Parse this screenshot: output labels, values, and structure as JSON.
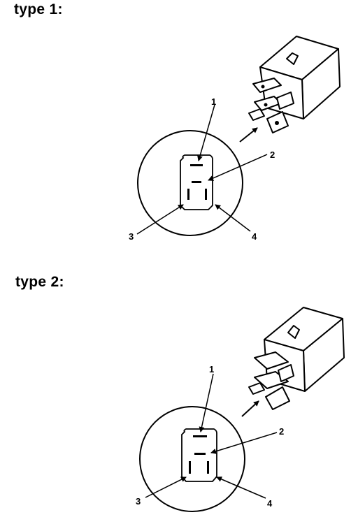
{
  "diagrams": [
    {
      "title": "type 1:",
      "callouts": [
        "1",
        "2",
        "3",
        "4"
      ]
    },
    {
      "title": "type 2:",
      "callouts": [
        "1",
        "2",
        "3",
        "4"
      ]
    }
  ]
}
